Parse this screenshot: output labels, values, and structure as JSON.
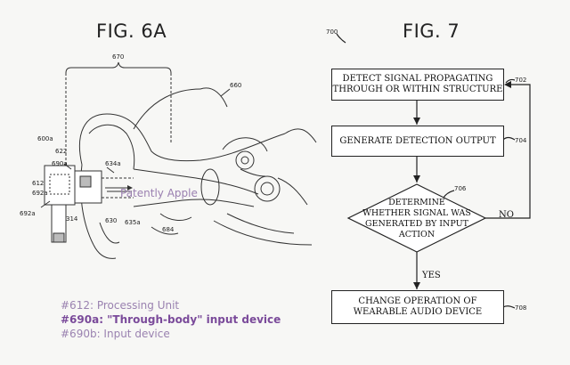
{
  "fig6a": {
    "title": "FIG. 6A",
    "refs": {
      "r670": "670",
      "r660": "660",
      "r600a": "600a",
      "r622": "622",
      "r690a": "690a",
      "r634a": "634a",
      "r612": "612",
      "r692a": "692a",
      "r692a_outer": "692a",
      "r314": "314",
      "r630": "630",
      "r635a": "635a",
      "r684": "684"
    },
    "watermark": "Patently Apple"
  },
  "legend": {
    "line1": "#612: Processing Unit",
    "line2": "#690a: \"Through-body\" input device",
    "line3": "#690b: Input device"
  },
  "fig7": {
    "title": "FIG. 7",
    "figure_ref": "700",
    "step702": {
      "line1": "DETECT SIGNAL PROPAGATING",
      "line2": "THROUGH OR WITHIN STRUCTURE",
      "ref": "702"
    },
    "step704": {
      "line1": "GENERATE DETECTION OUTPUT",
      "ref": "704"
    },
    "step706": {
      "line1": "DETERMINE",
      "line2": "WHETHER SIGNAL WAS",
      "line3": "GENERATED BY INPUT",
      "line4": "ACTION",
      "ref": "706"
    },
    "step708": {
      "line1": "CHANGE OPERATION OF",
      "line2": "WEARABLE AUDIO DEVICE",
      "ref": "708"
    },
    "yes_label": "YES",
    "no_label": "NO"
  }
}
